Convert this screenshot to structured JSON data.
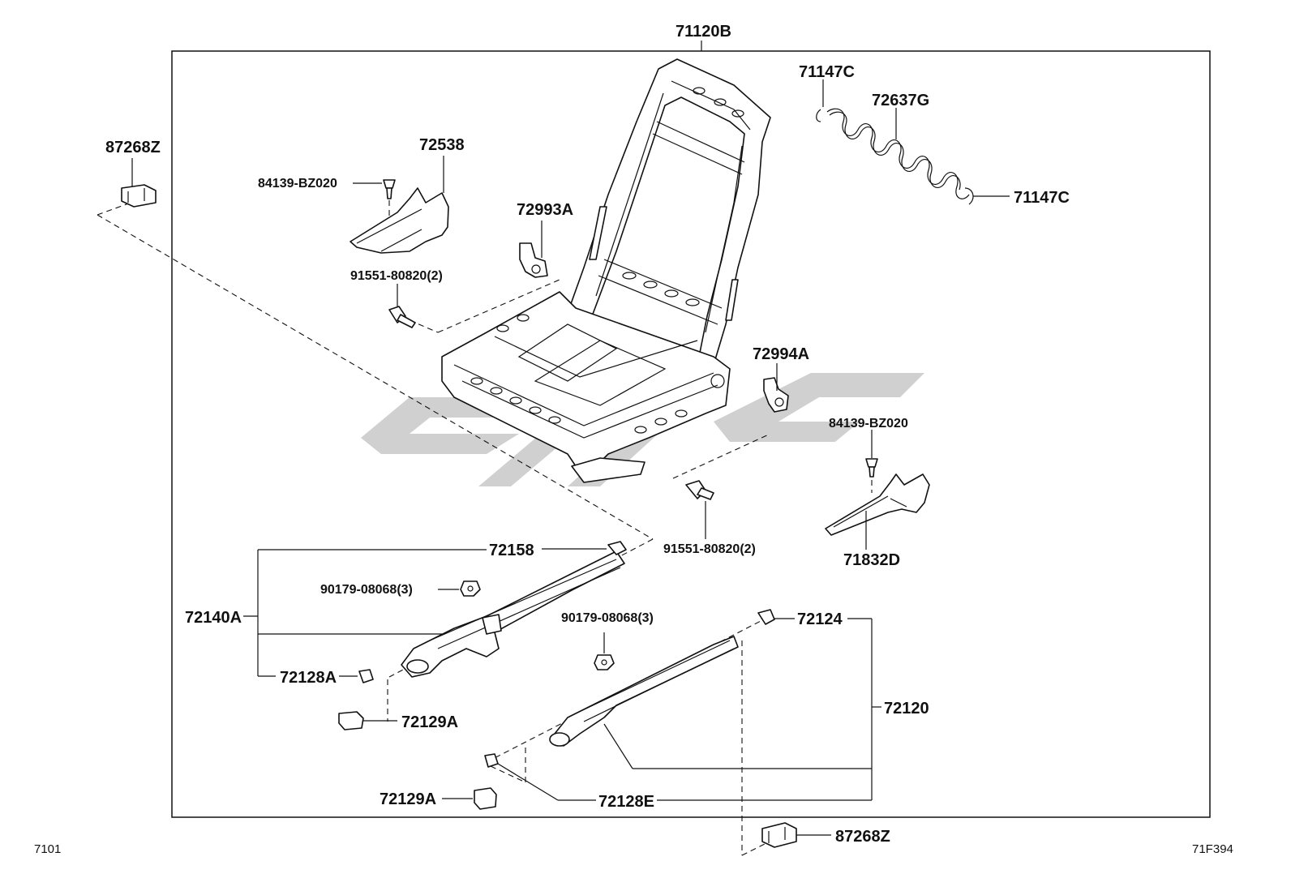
{
  "labels": {
    "l_71120B": "71120B",
    "l_87268Z_top": "87268Z",
    "l_72538": "72538",
    "l_84139_left": "84139-BZ020",
    "l_91551_top": "91551-80820(2)",
    "l_72993A": "72993A",
    "l_71147C_top": "71147C",
    "l_72637G": "72637G",
    "l_71147C_right": "71147C",
    "l_72994A": "72994A",
    "l_84139_right": "84139-BZ020",
    "l_71832D": "71832D",
    "l_91551_bottom": "91551-80820(2)",
    "l_72158": "72158",
    "l_90179_left": "90179-08068(3)",
    "l_72140A": "72140A",
    "l_72128A": "72128A",
    "l_72129A_left": "72129A",
    "l_90179_right": "90179-08068(3)",
    "l_72124": "72124",
    "l_72120": "72120",
    "l_72129A_bottom": "72129A",
    "l_72128E": "72128E",
    "l_87268Z_bottom": "87268Z"
  },
  "corners": {
    "bottom_left": "7101",
    "bottom_right": "71F394"
  },
  "colors": {
    "line": "#111111",
    "watermark": "#cfcfcf",
    "background": "#ffffff"
  }
}
